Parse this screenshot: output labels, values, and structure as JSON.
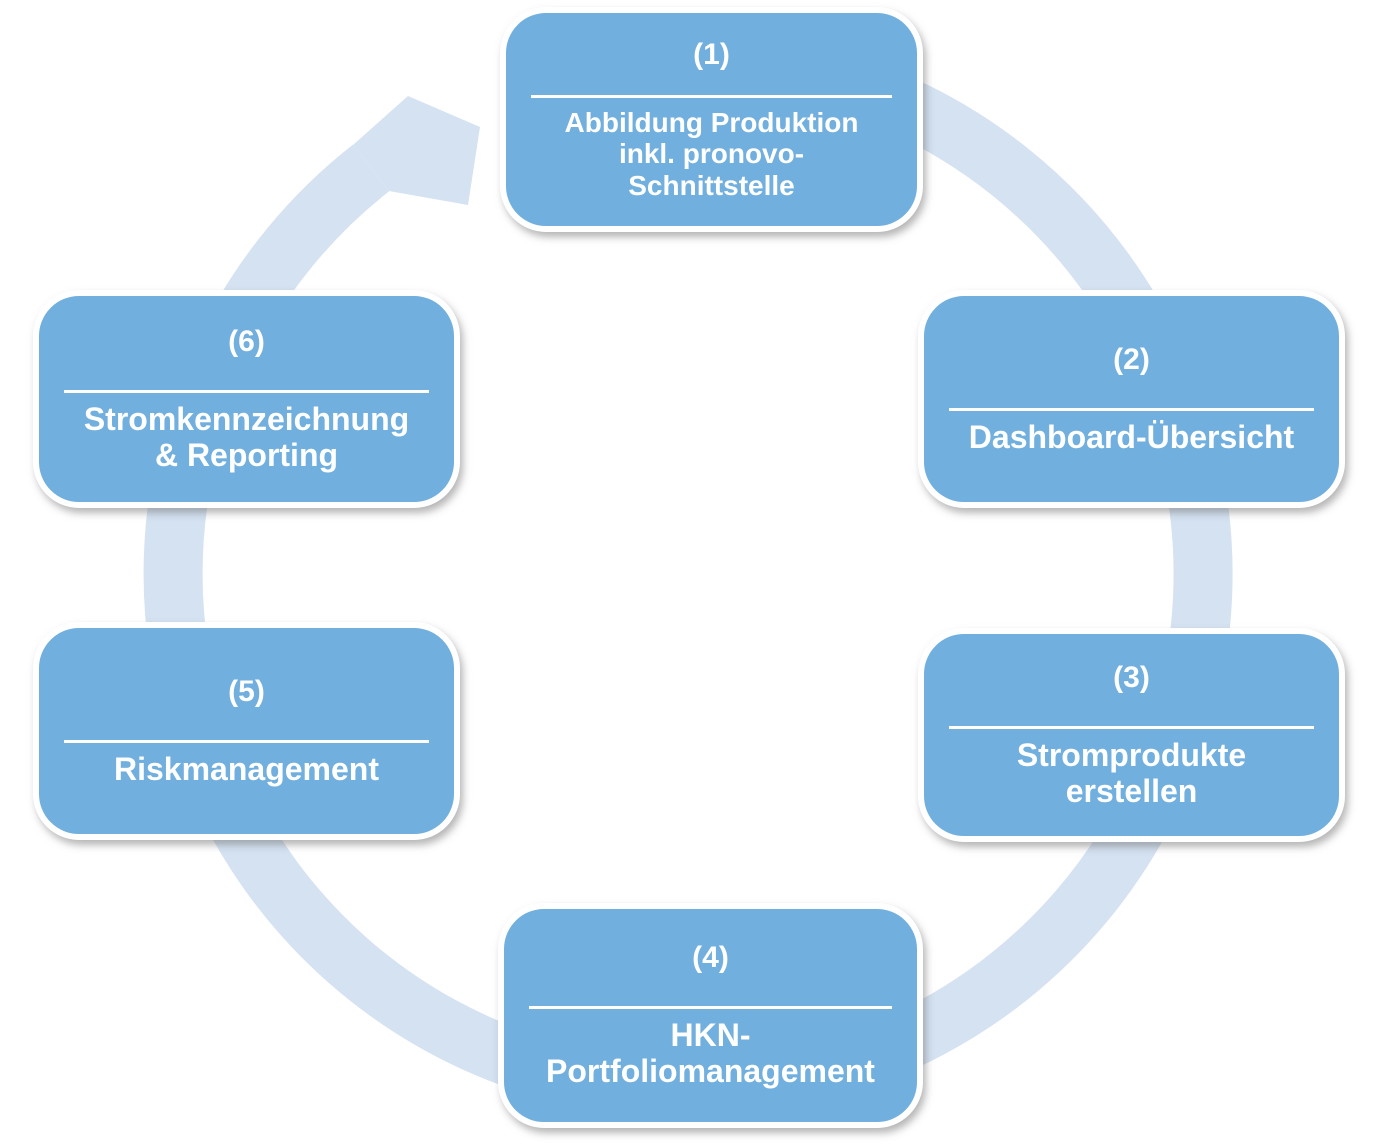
{
  "diagram": {
    "type": "cycle",
    "direction": "clockwise",
    "steps": [
      {
        "number": "(1)",
        "label": "Abbildung Produktion\ninkl. pronovo-\nSchnittstelle"
      },
      {
        "number": "(2)",
        "label": "Dashboard-Übersicht"
      },
      {
        "number": "(3)",
        "label": "Stromprodukte\nerstellen"
      },
      {
        "number": "(4)",
        "label": "HKN-\nPortfoliomanagement"
      },
      {
        "number": "(5)",
        "label": "Riskmanagement"
      },
      {
        "number": "(6)",
        "label": "Stromkennzeichnung\n& Reporting"
      }
    ],
    "colors": {
      "box_fill": "#71AFDE",
      "box_border": "#FFFFFF",
      "text": "#FFFFFF",
      "arrow_band": "#D4E2F2",
      "background": "#FFFFFF"
    }
  }
}
